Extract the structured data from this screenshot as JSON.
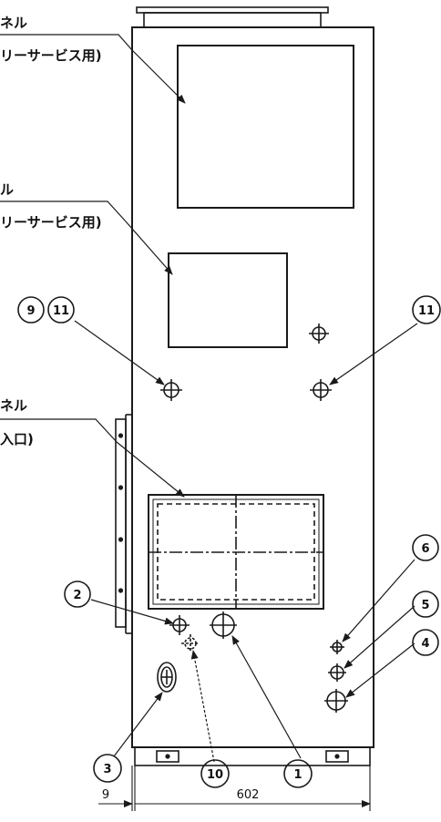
{
  "labels": {
    "panel_top_line1": "ネル",
    "panel_top_line2": "リーサービス用)",
    "panel_mid_line1": "ル",
    "panel_mid_line2": "リーサービス用)",
    "panel_low_line1": "ネル",
    "panel_low_line2": "入口)"
  },
  "balloons": {
    "b9": "9",
    "b11_left": "11",
    "b11_right": "11",
    "b2": "2",
    "b3": "3",
    "b10": "10",
    "b1": "1",
    "b6": "6",
    "b5": "5",
    "b4": "4"
  },
  "dimensions": {
    "left_offset": "9",
    "width": "602"
  },
  "colors": {
    "line": "#1a1a1a",
    "background": "#ffffff"
  }
}
